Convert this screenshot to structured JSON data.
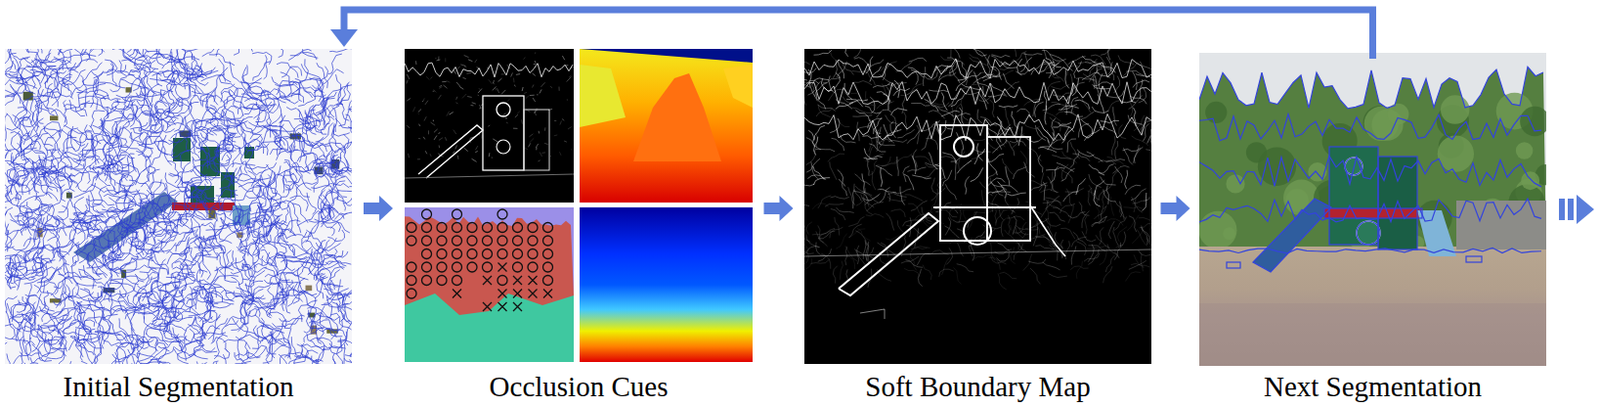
{
  "diagram": {
    "nodes": [
      {
        "text": [
          "Initial Segmentation"
        ]
      },
      {
        "text": [
          "Occlusion Cues"
        ]
      },
      {
        "text": [
          "Soft Boundary Map"
        ]
      },
      {
        "text": [
          "Next Segmentation"
        ]
      }
    ],
    "edges": [
      {
        "from": 0,
        "to": 1,
        "arrow": "to"
      },
      {
        "from": 1,
        "to": 2,
        "arrow": "to"
      },
      {
        "from": 2,
        "to": 3,
        "arrow": "to"
      },
      {
        "from": 3,
        "to": 0,
        "arrow": "to"
      }
    ]
  }
}
